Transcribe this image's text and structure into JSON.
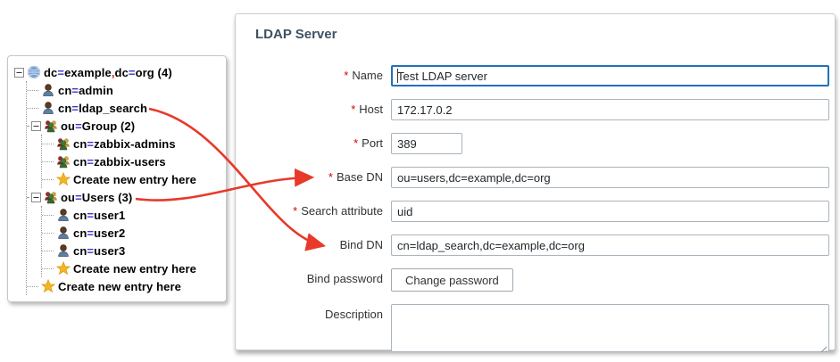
{
  "colors": {
    "arrow": "#e8392a",
    "required": "#d40000",
    "tree_equals": "#3a35cc",
    "tree_comma": "#cc2222",
    "focus_border": "#2272b8",
    "title": "#3d5263"
  },
  "tree": {
    "rows": [
      {
        "depth": 0,
        "expander": true,
        "icon": "globe",
        "label": "dc=example,dc=org (4)"
      },
      {
        "depth": 1,
        "expander": false,
        "icon": "person",
        "label": "cn=admin"
      },
      {
        "depth": 1,
        "expander": false,
        "icon": "person",
        "label": "cn=ldap_search"
      },
      {
        "depth": 1,
        "expander": true,
        "icon": "group",
        "label": "ou=Group (2)"
      },
      {
        "depth": 2,
        "expander": false,
        "icon": "group",
        "label": "cn=zabbix-admins"
      },
      {
        "depth": 2,
        "expander": false,
        "icon": "group",
        "label": "cn=zabbix-users"
      },
      {
        "depth": 2,
        "expander": false,
        "icon": "star",
        "label": "Create new entry here"
      },
      {
        "depth": 1,
        "expander": true,
        "icon": "group",
        "label": "ou=Users (3)"
      },
      {
        "depth": 2,
        "expander": false,
        "icon": "person",
        "label": "cn=user1"
      },
      {
        "depth": 2,
        "expander": false,
        "icon": "person",
        "label": "cn=user2"
      },
      {
        "depth": 2,
        "expander": false,
        "icon": "person",
        "label": "cn=user3"
      },
      {
        "depth": 2,
        "expander": false,
        "icon": "star",
        "label": "Create new entry here"
      },
      {
        "depth": 1,
        "expander": false,
        "icon": "star",
        "label": "Create new entry here"
      }
    ]
  },
  "form": {
    "title": "LDAP Server",
    "required_marker": "*",
    "fields": {
      "name": {
        "label": "Name",
        "required": true,
        "value": "Test LDAP server"
      },
      "host": {
        "label": "Host",
        "required": true,
        "value": "172.17.0.2"
      },
      "port": {
        "label": "Port",
        "required": true,
        "value": "389"
      },
      "base_dn": {
        "label": "Base DN",
        "required": true,
        "value": "ou=users,dc=example,dc=org"
      },
      "search_attribute": {
        "label": "Search attribute",
        "required": true,
        "value": "uid"
      },
      "bind_dn": {
        "label": "Bind DN",
        "required": false,
        "value": "cn=ldap_search,dc=example,dc=org"
      },
      "bind_password": {
        "label": "Bind password",
        "required": false,
        "button_label": "Change password"
      },
      "description": {
        "label": "Description",
        "required": false,
        "value": ""
      }
    }
  },
  "annotations": {
    "arrows": [
      {
        "from": "cn=ldap_search",
        "to": "Bind DN"
      },
      {
        "from": "ou=Users (3)",
        "to": "Base DN"
      }
    ]
  }
}
